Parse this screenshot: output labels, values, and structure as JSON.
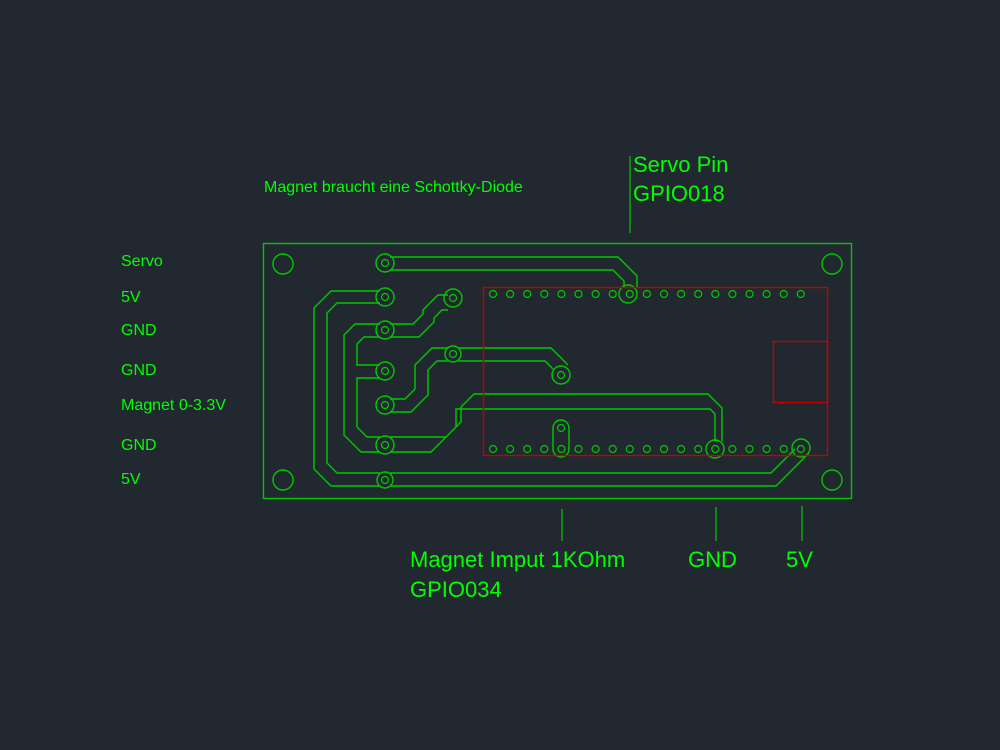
{
  "colors": {
    "background": "#212830",
    "trace": "#00c800",
    "text": "#00ff00",
    "module_outline": "#c80000"
  },
  "annotations": {
    "schottky_note": "Magnet braucht eine Schottky-Diode",
    "servo_pin": "Servo Pin",
    "servo_gpio": "GPIO018",
    "magnet_input": "Magnet Imput 1KOhm",
    "magnet_gpio": "GPIO034",
    "gnd": "GND",
    "fivev": "5V"
  },
  "connector_labels": [
    "Servo",
    "5V",
    "GND",
    "GND",
    "Magnet 0-3.3V",
    "GND",
    "5V"
  ],
  "module": {
    "pins_per_row": 19
  }
}
